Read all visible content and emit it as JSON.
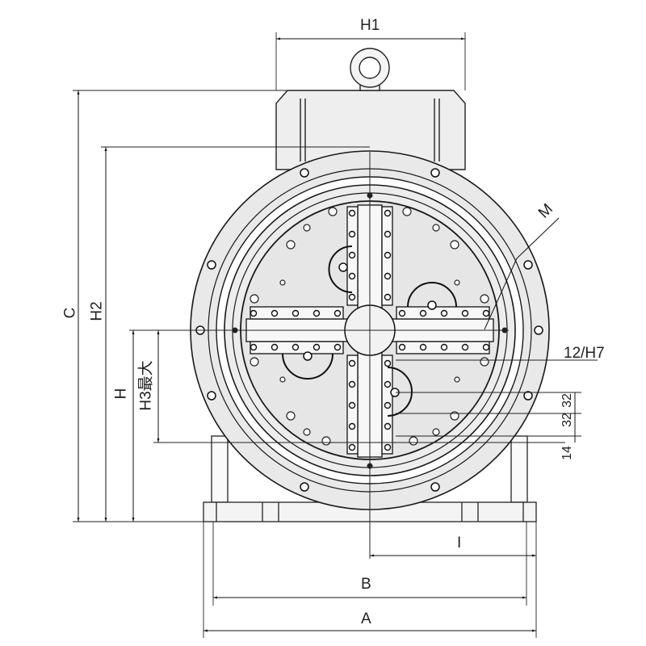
{
  "drawing": {
    "title": "Chuck front view dimension drawing",
    "line_color": "#1a1a1a",
    "fill_color": "#ececec",
    "background": "#ffffff"
  },
  "dimensions": {
    "H1": "H1",
    "C": "C",
    "H2": "H2",
    "H": "H",
    "H3": "H3最大",
    "M": "M",
    "bore": "12/H7",
    "d32a": "32",
    "d32b": "32",
    "d14": "14",
    "I": "I",
    "B": "B",
    "A": "A"
  }
}
